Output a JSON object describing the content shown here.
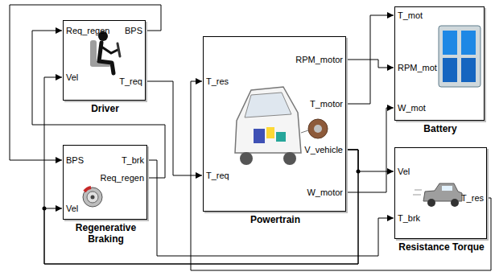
{
  "diagram": {
    "nodes": [
      {
        "text": [
          "Req_regen",
          "BPS",
          "Vel",
          "T_req",
          "Driver"
        ]
      },
      {
        "text": [
          "BPS",
          "T_brk",
          "Req_regen",
          "Vel",
          "Regenerative Braking"
        ]
      },
      {
        "text": [
          "RPM_motor",
          "T_res",
          "T_motor",
          "V_vehicle",
          "T_req",
          "W_motor",
          "Powertrain"
        ]
      },
      {
        "text": [
          "T_mot",
          "RPM_mot",
          "W_mot",
          "Battery"
        ]
      },
      {
        "text": [
          "Vel",
          "T_res",
          "T_brk",
          "Resistance Torque"
        ]
      }
    ],
    "edges": [
      {
        "from": 0,
        "to": 1,
        "arrow": "to"
      },
      {
        "from": 1,
        "to": 0,
        "arrow": "to"
      },
      {
        "from": 2,
        "to": 0,
        "arrow": "to"
      },
      {
        "from": 2,
        "to": 1,
        "arrow": "to"
      },
      {
        "from": 0,
        "to": 2,
        "arrow": "to"
      },
      {
        "from": 2,
        "to": 3,
        "arrow": "to"
      },
      {
        "from": 2,
        "to": 3,
        "arrow": "to"
      },
      {
        "from": 2,
        "to": 3,
        "arrow": "to"
      },
      {
        "from": 2,
        "to": 4,
        "arrow": "to"
      },
      {
        "from": 1,
        "to": 4,
        "arrow": "to"
      },
      {
        "from": 4,
        "to": 2,
        "arrow": "to"
      }
    ]
  }
}
